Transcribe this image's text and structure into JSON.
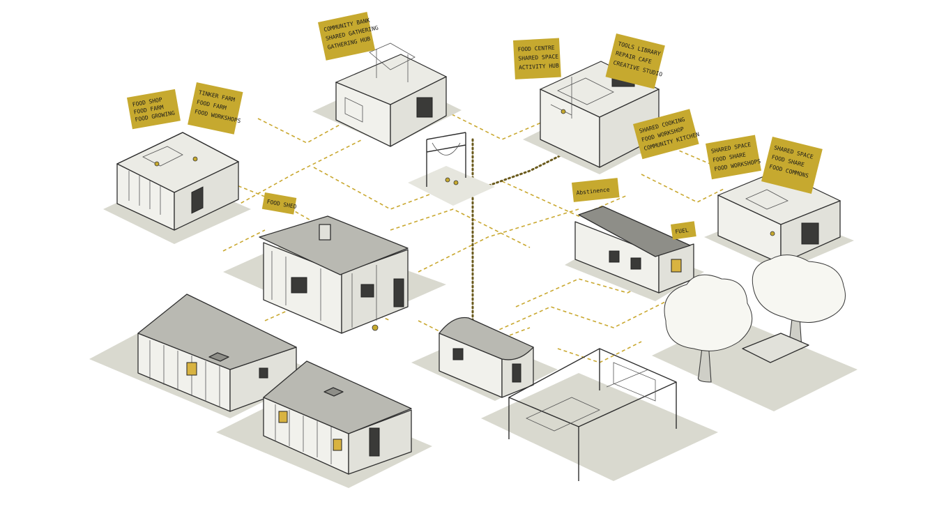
{
  "labels": {
    "l1": [
      "FOOD SHOP",
      "FOOD FARM",
      "FOOD GROWING"
    ],
    "l2": [
      "TINKER FARM",
      "FOOD FARM",
      "FOOD WORKSHOPS"
    ],
    "l3": [
      "COMMUNITY BANK",
      "SHARED GATHERING",
      "GATHERING HUB"
    ],
    "l4": [
      "FOOD CENTRE",
      "SHARED SPACE",
      "ACTIVITY HUB"
    ],
    "l5": [
      "TOOLS LIBRARY",
      "REPAIR CAFE",
      "CREATIVE STUDIO"
    ],
    "l6": [
      "SHARED COOKING",
      "FOOD WORKSHOP",
      "COMMUNITY KITCHEN"
    ],
    "l7": [
      "SHARED SPACE",
      "FOOD SHARE",
      "FOOD WORKSHOPS"
    ],
    "l8": [
      "SHARED SPACE",
      "FOOD SHARE",
      "FOOD COMMONS"
    ],
    "l9": [
      "FOOD SHED"
    ],
    "l10": [
      "Abstinence"
    ],
    "l11": [
      "FUEL"
    ]
  },
  "colors": {
    "accent": "#c6a92f",
    "connector": "#c9a830",
    "ink": "#2e2e2e",
    "ground": "#d9d9cf"
  }
}
